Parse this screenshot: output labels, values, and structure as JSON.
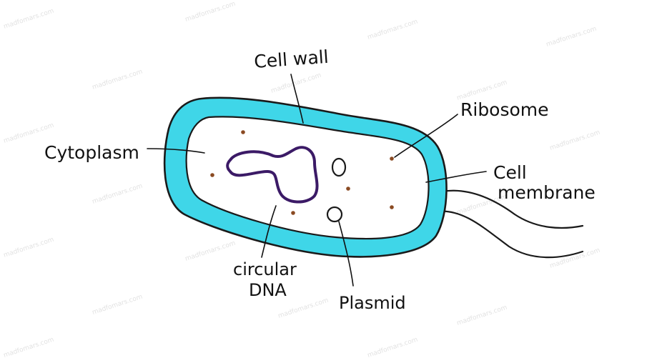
{
  "labels": {
    "cell_wall": "Cell wall",
    "ribosome": "Ribosome",
    "cytoplasm": "Cytoplasm",
    "cell_membrane_line1": "Cell",
    "cell_membrane_line2": "membrane",
    "circular_dna_line1": "circular",
    "circular_dna_line2": "DNA",
    "plasmid": "Plasmid"
  },
  "watermark": "madfomars.com",
  "colors": {
    "cell_wall": "#3fd6e8",
    "outline": "#1a1a1a",
    "dna": "#3b1a66",
    "ribosome": "#8a4a22",
    "background": "#ffffff"
  }
}
